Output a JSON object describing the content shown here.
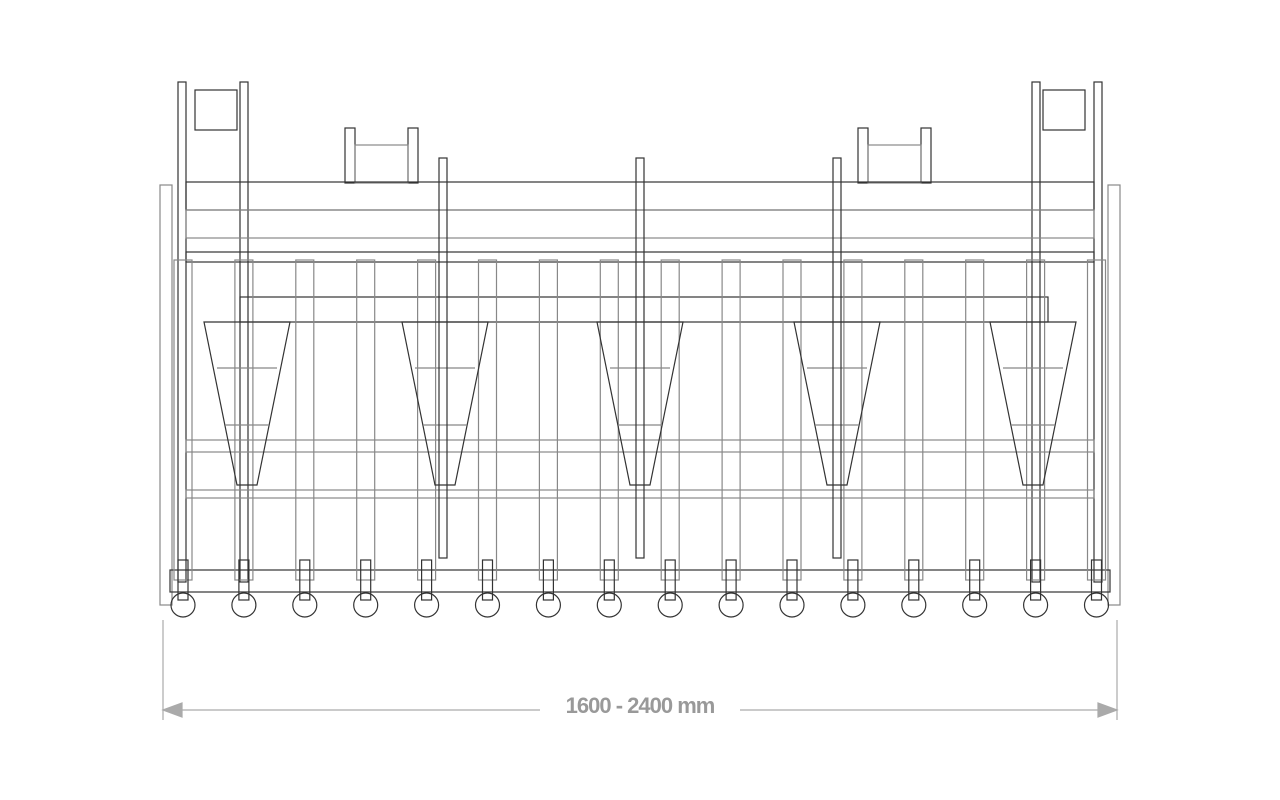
{
  "dimension": {
    "label": "1600 - 2400 mm"
  },
  "drawing": {
    "tine_count": 16,
    "gusset_count": 5
  },
  "colors": {
    "line": "#333333",
    "light_line": "#888888",
    "dimension": "#aaaaaa"
  }
}
